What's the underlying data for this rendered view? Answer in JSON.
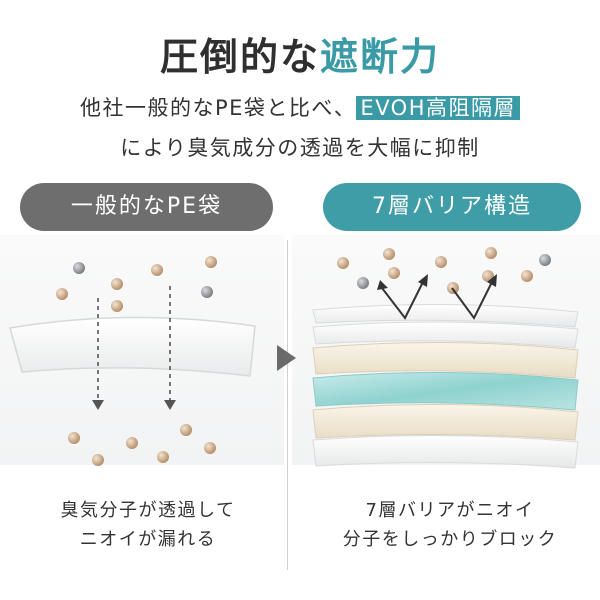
{
  "title": {
    "dark": "圧倒的な",
    "accent": "遮断力"
  },
  "subtitle": {
    "line1_pre": "他社一般的なPE袋と比べ、",
    "line1_highlight": "EVOH高阻隔層",
    "line2": "により臭気成分の透過を大幅に抑制"
  },
  "left": {
    "label": "一般的なPE袋",
    "caption_line1": "臭気分子が透過して",
    "caption_line2": "ニオイが漏れる"
  },
  "right": {
    "label": "7層バリア構造",
    "caption_line1": "7層バリアがニオイ",
    "caption_line2": "分子をしっかりブロック"
  },
  "colors": {
    "accent": "#3a9aa6",
    "left_pill": "#6e6e6e",
    "right_pill": "#3f9da8",
    "molecule_tan": "#c8a98a",
    "molecule_gray": "#8f9396",
    "layer_white": "#f7f7f7",
    "layer_cream": "#f1e8d5",
    "layer_teal": "#9fd8d6"
  },
  "icons": [
    "arrow-down-icon",
    "arrow-right-icon",
    "deflect-arrow-icon"
  ]
}
